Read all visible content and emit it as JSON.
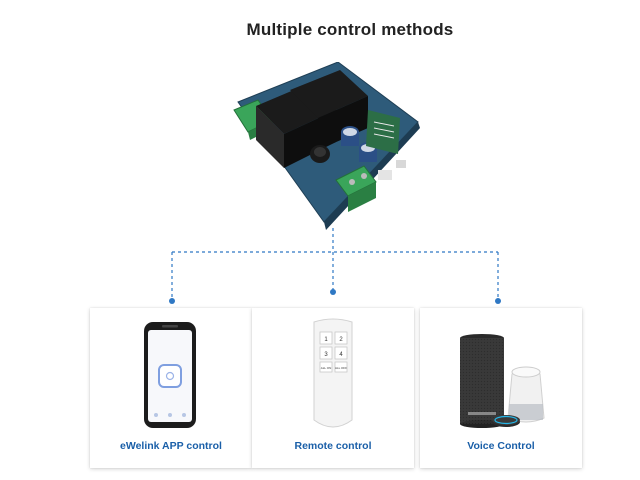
{
  "page": {
    "title": "Multiple control methods"
  },
  "colors": {
    "connector": "#2f78c4",
    "card_label": "#1a5fa8",
    "board": "#2e5b7a",
    "terminal": "#3aa55a"
  },
  "methods": [
    {
      "label": "eWelink APP control",
      "icon": "smartphone-icon"
    },
    {
      "label": "Remote control",
      "icon": "remote-control-icon"
    },
    {
      "label": "Voice Control",
      "icon": "smart-speaker-icon"
    }
  ],
  "remote_buttons": [
    "1",
    "2",
    "3",
    "4",
    "ALL ON",
    "ALL OFF"
  ]
}
